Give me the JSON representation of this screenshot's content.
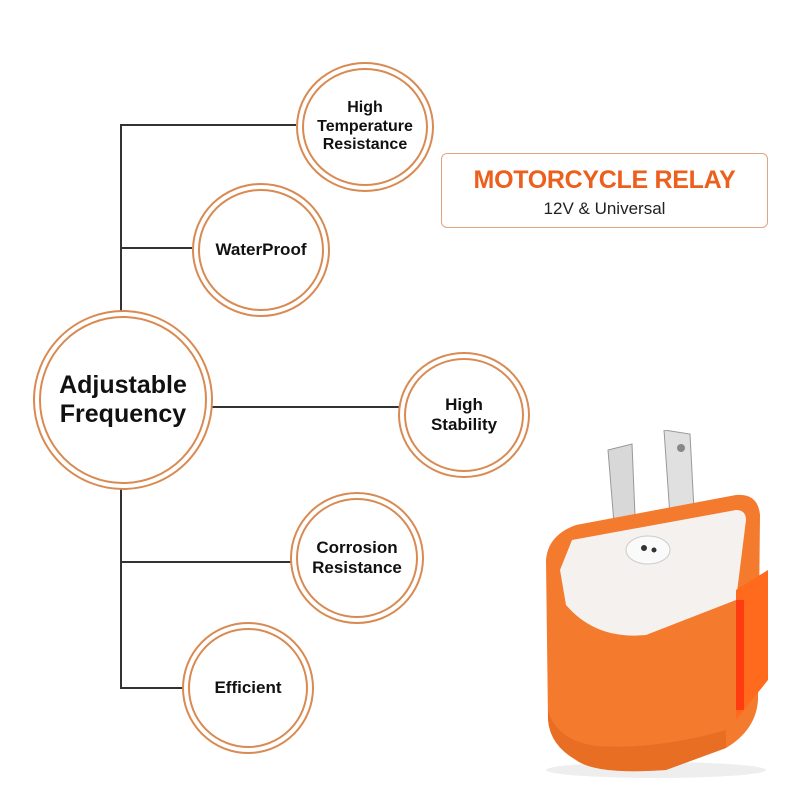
{
  "header": {
    "title": "MOTORCYCLE RELAY",
    "subtitle": "12V & Universal"
  },
  "features": {
    "main": "Adjustable\nFrequency",
    "items": [
      {
        "label": "High\nTemperature\nResistance"
      },
      {
        "label": "WaterProof"
      },
      {
        "label": "High\nStability"
      },
      {
        "label": "Corrosion\nResistance"
      },
      {
        "label": "Efficient"
      }
    ]
  },
  "colors": {
    "accent": "#ec5f1c",
    "ring": "#d98a52",
    "product": "#f47a2e"
  },
  "product": {
    "icon": "orange-flasher-relay"
  }
}
